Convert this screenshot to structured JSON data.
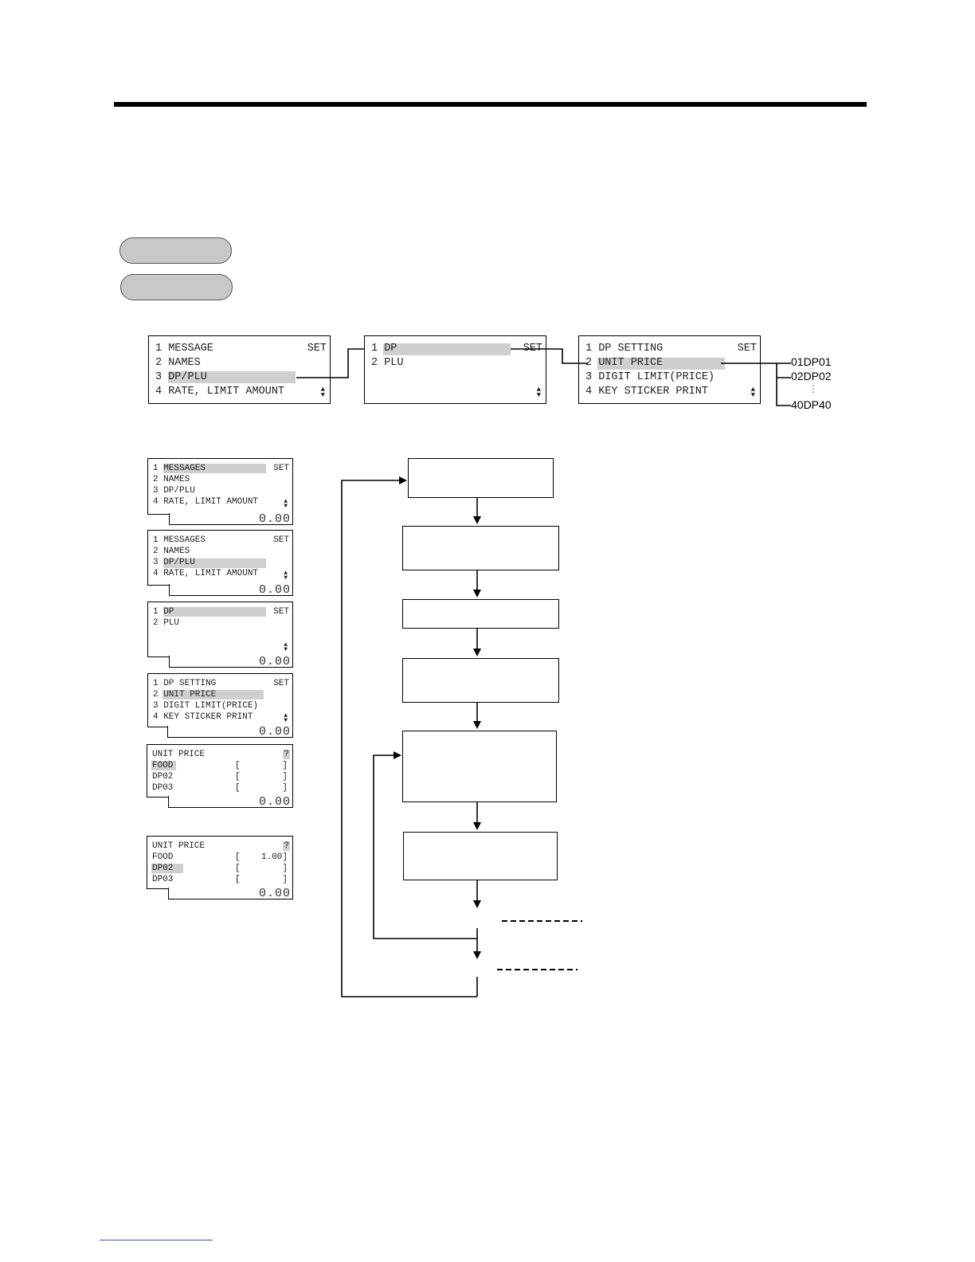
{
  "overview": {
    "screen1": {
      "items": [
        "1 MESSAGE",
        "2 NAMES",
        "3 DP/PLU",
        "4 RATE, LIMIT AMOUNT"
      ],
      "set": "SET"
    },
    "screen2": {
      "items": [
        "1 DP",
        "2 PLU"
      ],
      "set": "SET"
    },
    "screen3": {
      "items": [
        "1 DP SETTING",
        "2 UNIT PRICE",
        "3 DIGIT LIMIT(PRICE)",
        "4 KEY STICKER PRINT"
      ],
      "set": "SET"
    },
    "dp_list": [
      "01DP01",
      "02DP02",
      "40DP40"
    ],
    "dp_dots": "⋮"
  },
  "steps": {
    "s1": {
      "items": [
        "1 MESSAGES",
        "2 NAMES",
        "3 DP/PLU",
        "4 RATE, LIMIT AMOUNT"
      ],
      "set": "SET",
      "total": "0.00"
    },
    "s2": {
      "items": [
        "1 MESSAGES",
        "2 NAMES",
        "3 DP/PLU",
        "4 RATE, LIMIT AMOUNT"
      ],
      "set": "SET",
      "total": "0.00"
    },
    "s3": {
      "items": [
        "1 DP",
        "2 PLU"
      ],
      "set": "SET",
      "total": "0.00"
    },
    "s4": {
      "items": [
        "1 DP SETTING",
        "2 UNIT PRICE",
        "3 DIGIT LIMIT(PRICE)",
        "4 KEY STICKER PRINT"
      ],
      "set": "SET",
      "total": "0.00"
    },
    "s5": {
      "title": "UNIT PRICE",
      "q": "?",
      "rows": [
        {
          "name": "FOOD",
          "value": "[        ]"
        },
        {
          "name": "DP02",
          "value": "[        ]"
        },
        {
          "name": "DP03",
          "value": "[        ]"
        }
      ],
      "total": "0.00"
    },
    "s6": {
      "title": "UNIT PRICE",
      "q": "?",
      "rows": [
        {
          "name": "FOOD",
          "value": "[    1.00]"
        },
        {
          "name": "DP02",
          "value": "[        ]"
        },
        {
          "name": "DP03",
          "value": "[        ]"
        }
      ],
      "total": "0.00"
    }
  },
  "icons": {
    "updown": "updown-arrow-icon"
  },
  "colors": {
    "highlight": "#cfcfcf",
    "pill": "#c8c8c8"
  }
}
